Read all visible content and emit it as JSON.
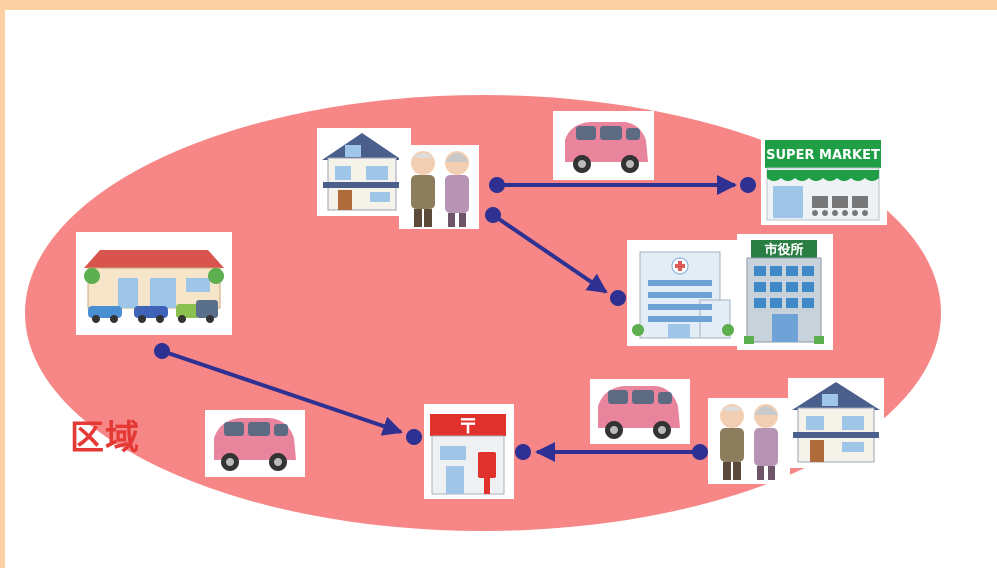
{
  "region_label": "区域",
  "supermarket_sign": "SUPER MARKET",
  "city_hall_sign": "市役所",
  "post_office_mark": "〒",
  "colors": {
    "region_fill": "#f78686",
    "arrow": "#2e3192",
    "frame": "#fbd0a3",
    "car_body": "#e8849c",
    "supermarket_green": "#1f9e45",
    "post_red": "#e0312d"
  },
  "icons": {
    "home_with_elderly_top": "house-icon + elderly-couple-icon",
    "home_with_elderly_bottom": "elderly-couple-icon + house-icon",
    "car": "pink-car-icon",
    "supermarket": "supermarket-icon",
    "hospital": "hospital-icon",
    "city_hall": "city-hall-icon",
    "car_dealer": "car-dealer-icon",
    "post_office": "post-office-icon"
  }
}
